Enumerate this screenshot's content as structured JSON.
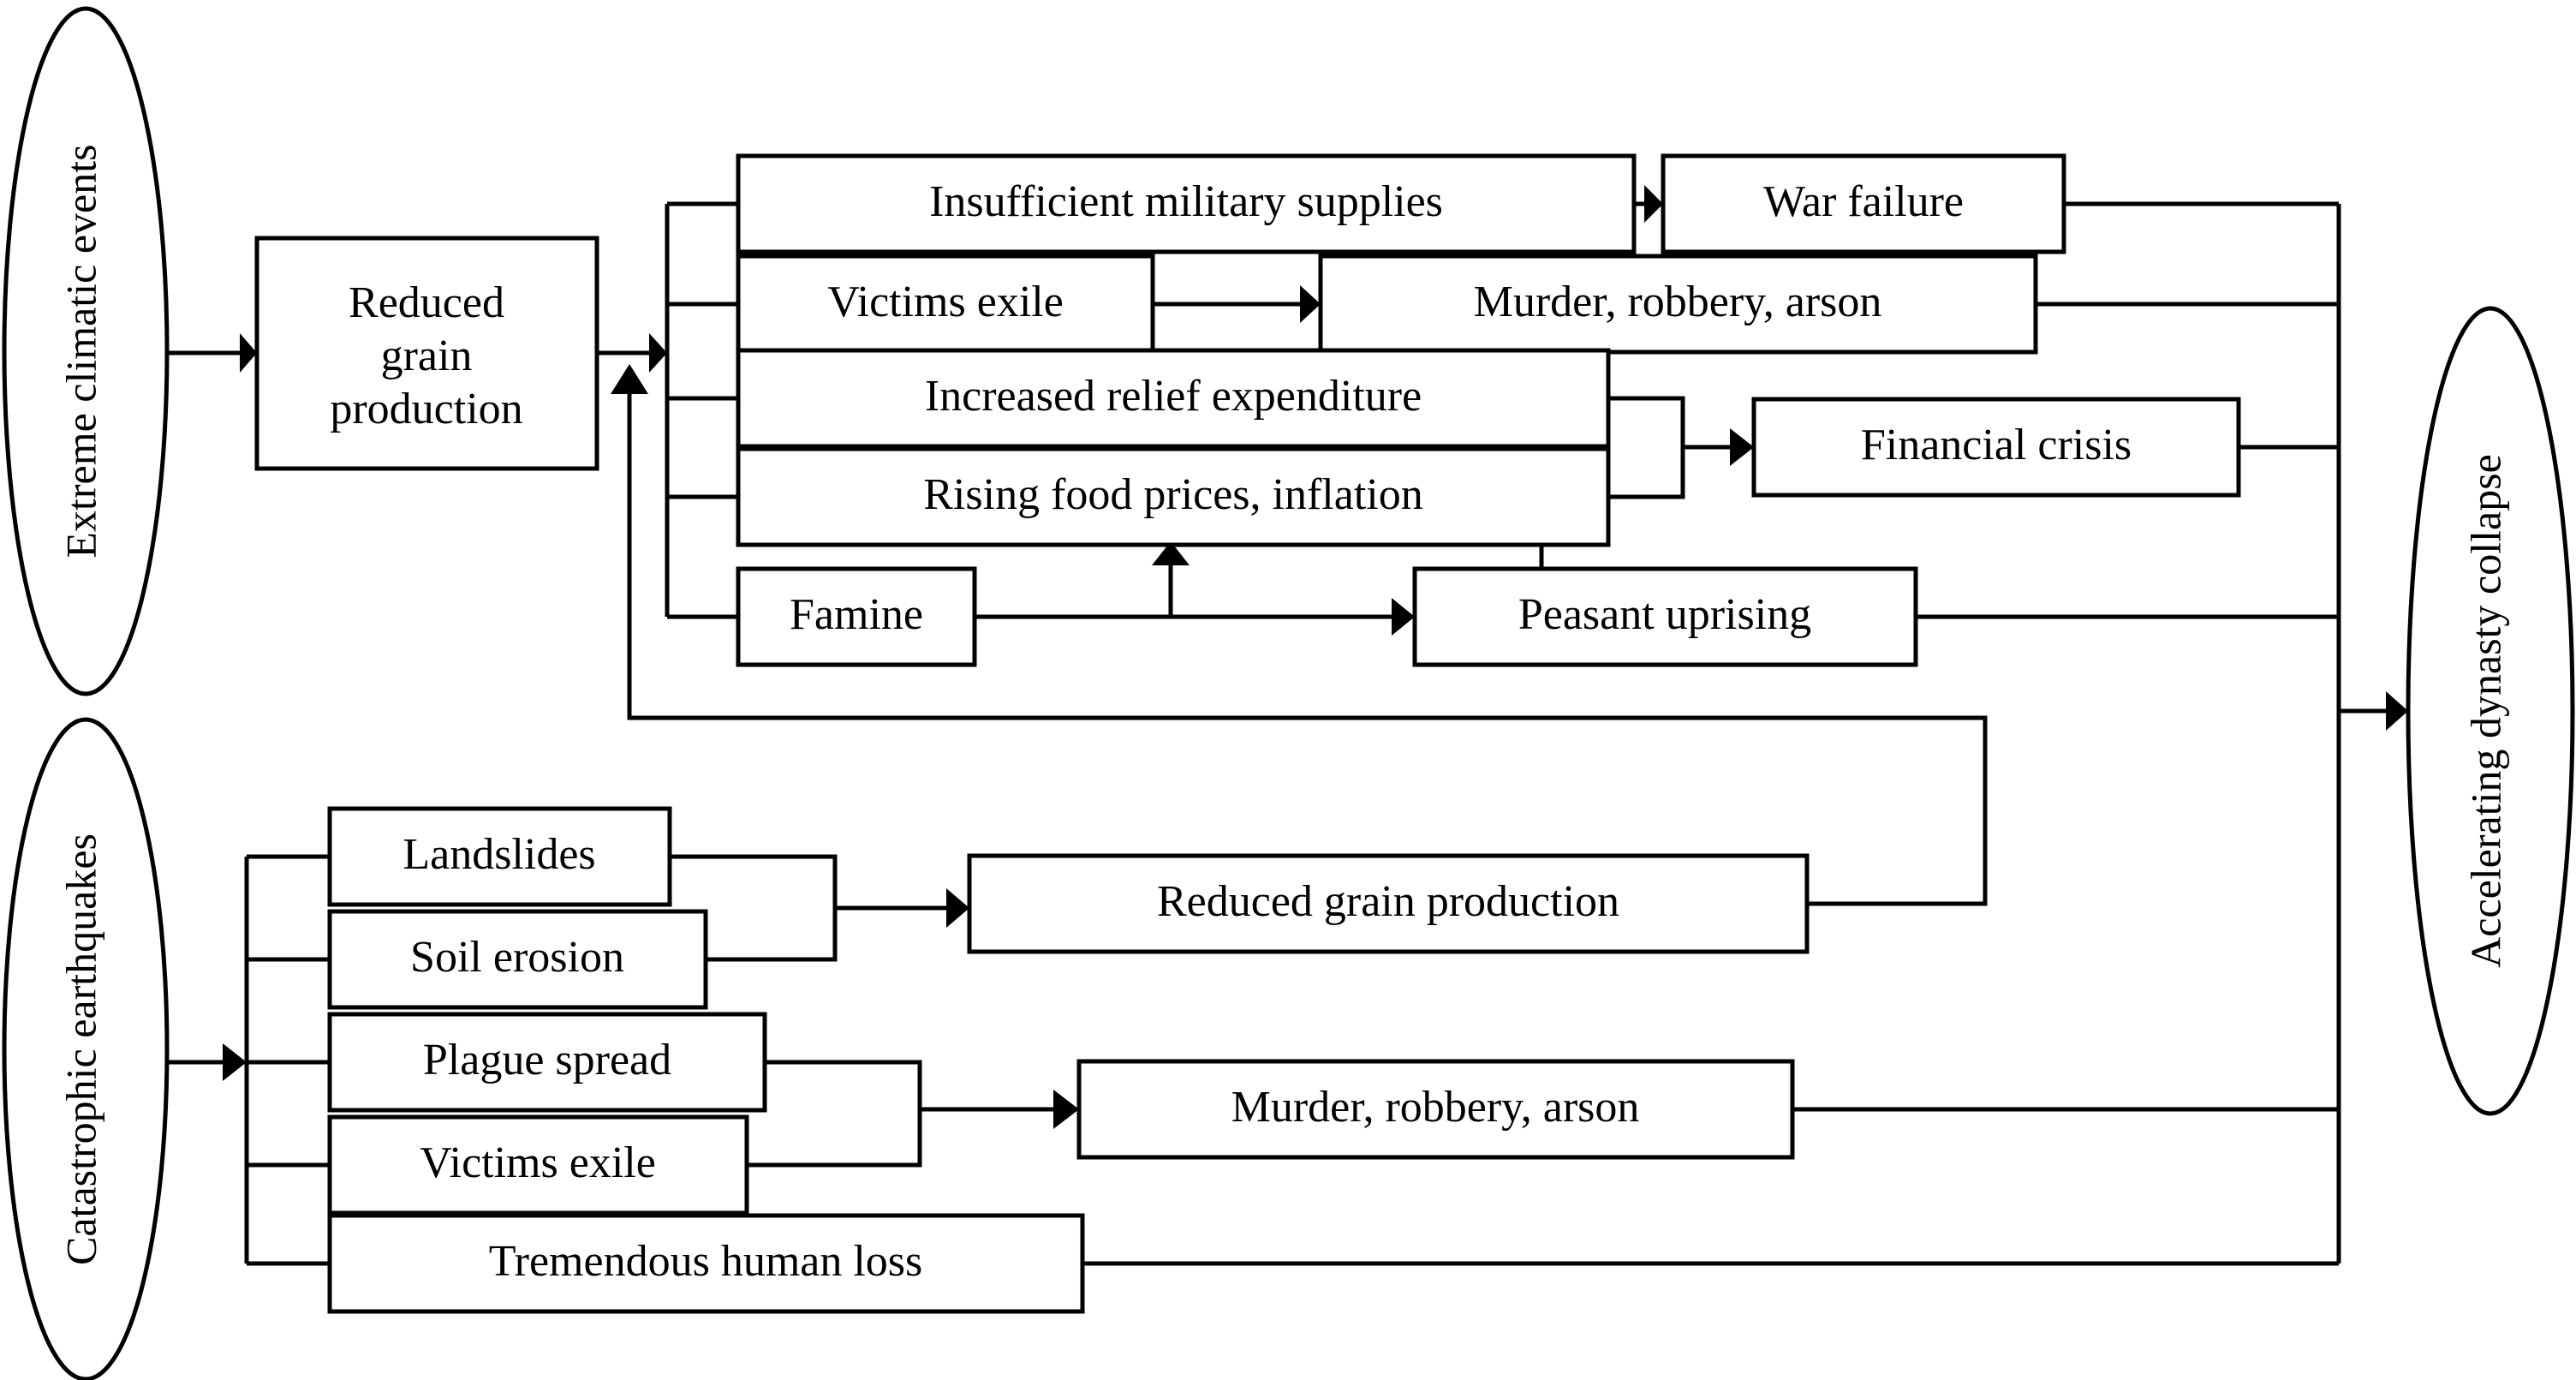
{
  "diagram": {
    "title": "Dynasty collapse causal chain flowchart",
    "background_color": "#ffffff",
    "line_color": "#000000",
    "node_fill": "#ffffff",
    "sources": [
      {
        "id": "extreme-climatic-events",
        "label": "Extreme climatic events"
      },
      {
        "id": "catastrophic-earthquakes",
        "label": "Catastrophic earthquakes"
      }
    ],
    "outcome": {
      "id": "accelerating-dynasty-collapse",
      "label": "Accelerating dynasty collapse"
    },
    "climate_branch": {
      "primary": {
        "id": "reduced-grain-production-top",
        "label_line1": "Reduced",
        "label_line2": "grain",
        "label_line3": "production",
        "label": "Reduced grain production"
      },
      "effects": [
        {
          "id": "insufficient-military-supplies",
          "label": "Insufficient military supplies"
        },
        {
          "id": "victims-exile-top",
          "label": "Victims exile"
        },
        {
          "id": "increased-relief-expenditure",
          "label": "Increased relief expenditure"
        },
        {
          "id": "rising-food-prices-inflation",
          "label": "Rising food prices, inflation"
        },
        {
          "id": "famine",
          "label": "Famine"
        }
      ],
      "consequences": [
        {
          "id": "war-failure",
          "label": "War failure"
        },
        {
          "id": "murder-robbery-arson-top",
          "label": "Murder, robbery, arson"
        },
        {
          "id": "financial-crisis",
          "label": "Financial crisis"
        },
        {
          "id": "peasant-uprising",
          "label": "Peasant uprising"
        }
      ]
    },
    "earthquake_branch": {
      "effects": [
        {
          "id": "landslides",
          "label": "Landslides"
        },
        {
          "id": "soil-erosion",
          "label": "Soil erosion"
        },
        {
          "id": "plague-spread",
          "label": "Plague spread"
        },
        {
          "id": "victims-exile-bottom",
          "label": "Victims exile"
        },
        {
          "id": "tremendous-human-loss",
          "label": "Tremendous human loss"
        }
      ],
      "consequences": [
        {
          "id": "reduced-grain-production-bottom",
          "label": "Reduced grain production"
        },
        {
          "id": "murder-robbery-arson-bottom",
          "label": "Murder, robbery, arson"
        }
      ]
    },
    "edges": [
      {
        "from": "extreme-climatic-events",
        "to": "reduced-grain-production-top",
        "type": "arrow"
      },
      {
        "from": "reduced-grain-production-top",
        "to": "climate-fanout",
        "type": "arrow"
      },
      {
        "from": "climate-fanout",
        "to": "insufficient-military-supplies",
        "type": "line"
      },
      {
        "from": "climate-fanout",
        "to": "victims-exile-top",
        "type": "line"
      },
      {
        "from": "climate-fanout",
        "to": "increased-relief-expenditure",
        "type": "line"
      },
      {
        "from": "climate-fanout",
        "to": "rising-food-prices-inflation",
        "type": "line"
      },
      {
        "from": "climate-fanout",
        "to": "famine",
        "type": "line"
      },
      {
        "from": "insufficient-military-supplies",
        "to": "war-failure",
        "type": "arrow"
      },
      {
        "from": "victims-exile-top",
        "to": "murder-robbery-arson-top",
        "type": "arrow"
      },
      {
        "from": "increased-relief-expenditure",
        "to": "financial-crisis",
        "type": "arrow"
      },
      {
        "from": "rising-food-prices-inflation",
        "to": "financial-crisis",
        "type": "arrow"
      },
      {
        "from": "rising-food-prices-inflation",
        "to": "peasant-uprising",
        "type": "arrow"
      },
      {
        "from": "famine",
        "to": "peasant-uprising",
        "type": "arrow"
      },
      {
        "from": "famine",
        "to": "rising-food-prices-inflation",
        "type": "arrow"
      },
      {
        "from": "war-failure",
        "to": "accelerating-dynasty-collapse",
        "type": "bus"
      },
      {
        "from": "murder-robbery-arson-top",
        "to": "accelerating-dynasty-collapse",
        "type": "bus"
      },
      {
        "from": "financial-crisis",
        "to": "accelerating-dynasty-collapse",
        "type": "bus"
      },
      {
        "from": "peasant-uprising",
        "to": "accelerating-dynasty-collapse",
        "type": "bus"
      },
      {
        "from": "catastrophic-earthquakes",
        "to": "earthquake-fanout",
        "type": "arrow"
      },
      {
        "from": "earthquake-fanout",
        "to": "landslides",
        "type": "line"
      },
      {
        "from": "earthquake-fanout",
        "to": "soil-erosion",
        "type": "line"
      },
      {
        "from": "earthquake-fanout",
        "to": "plague-spread",
        "type": "line"
      },
      {
        "from": "earthquake-fanout",
        "to": "victims-exile-bottom",
        "type": "line"
      },
      {
        "from": "earthquake-fanout",
        "to": "tremendous-human-loss",
        "type": "line"
      },
      {
        "from": "landslides",
        "to": "reduced-grain-production-bottom",
        "type": "arrow"
      },
      {
        "from": "soil-erosion",
        "to": "reduced-grain-production-bottom",
        "type": "arrow"
      },
      {
        "from": "plague-spread",
        "to": "murder-robbery-arson-bottom",
        "type": "arrow"
      },
      {
        "from": "victims-exile-bottom",
        "to": "murder-robbery-arson-bottom",
        "type": "arrow"
      },
      {
        "from": "reduced-grain-production-bottom",
        "to": "climate-fanout",
        "type": "feedback-arrow"
      },
      {
        "from": "murder-robbery-arson-bottom",
        "to": "accelerating-dynasty-collapse",
        "type": "bus"
      },
      {
        "from": "tremendous-human-loss",
        "to": "accelerating-dynasty-collapse",
        "type": "bus"
      }
    ]
  }
}
